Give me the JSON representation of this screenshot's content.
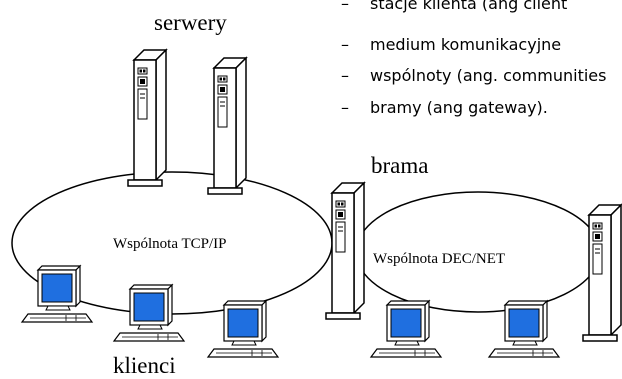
{
  "labels": {
    "servers": "serwery",
    "gateway": "brama",
    "clients": "klienci",
    "community_tcpip": "Wspólnota TCP/IP",
    "community_decnet": "Wspólnota DEC/NET"
  },
  "bullets": [
    "stacje klienta (ang client",
    "medium komunikacyjne",
    "wspólnoty (ang. communities",
    "bramy (ang gateway)."
  ],
  "bullet_marker": "–",
  "colors": {
    "stroke": "#000000",
    "screen": "#1f6fe0",
    "device_fill": "#ffffff"
  }
}
